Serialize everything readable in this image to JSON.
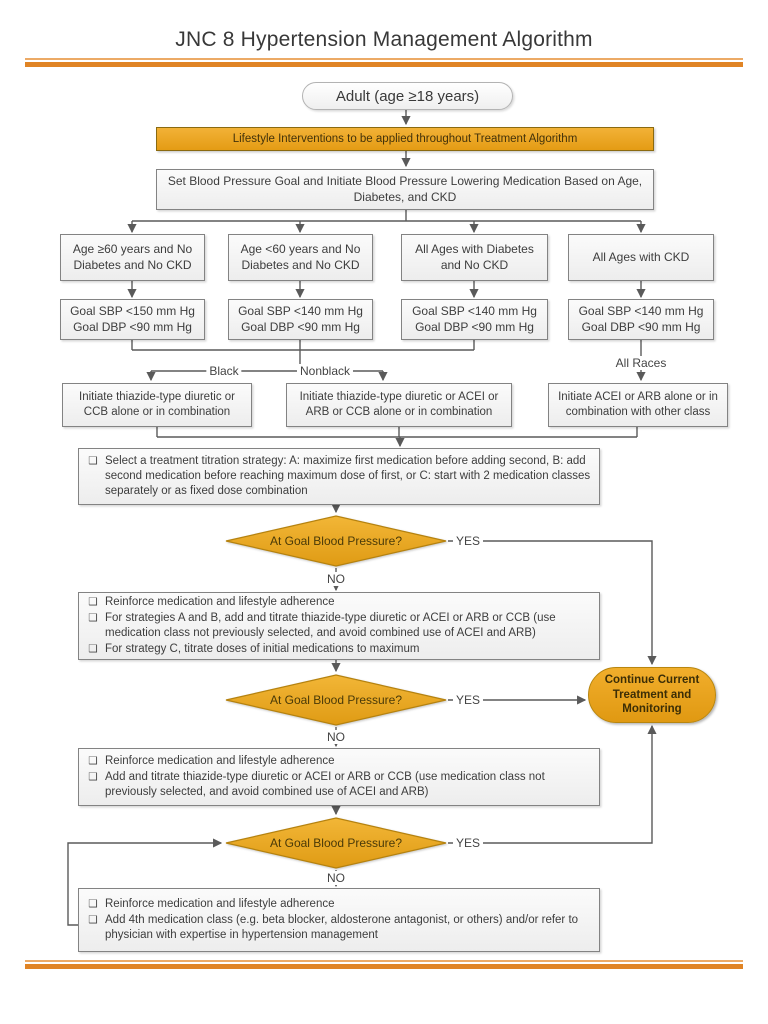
{
  "title": "JNC 8 Hypertension Management Algorithm",
  "glyphs": {
    "checkbox": "❑"
  },
  "colors": {
    "gold_fill": "#E8A41C",
    "gold_border": "#8A6A10",
    "rule_orange": "#E08425",
    "rule_orange_light": "#ECAA66",
    "gray_box_fill": "#F2F2F2",
    "gray_box_border": "#838383",
    "connector_line": "#5A5A5A"
  },
  "start": {
    "label": "Adult (age ≥18 years)"
  },
  "lifestyle": {
    "label": "Lifestyle Interventions to be applied throughout Treatment Algorithm"
  },
  "set_goal": {
    "label": "Set Blood Pressure Goal and Initiate Blood Pressure Lowering Medication Based on Age, Diabetes, and CKD"
  },
  "categories": [
    {
      "label": "Age ≥60 years and No Diabetes and No CKD",
      "goal1": "Goal SBP <150 mm Hg",
      "goal2": "Goal DBP <90 mm Hg"
    },
    {
      "label": "Age <60 years and No Diabetes and No CKD",
      "goal1": "Goal SBP <140 mm Hg",
      "goal2": "Goal DBP <90 mm Hg"
    },
    {
      "label": "All Ages with Diabetes and No CKD",
      "goal1": "Goal SBP <140 mm Hg",
      "goal2": "Goal DBP <90 mm Hg"
    },
    {
      "label": "All Ages with CKD",
      "goal1": "Goal SBP <140 mm Hg",
      "goal2": "Goal DBP <90 mm Hg"
    }
  ],
  "branch_labels": {
    "black": "Black",
    "nonblack": "Nonblack",
    "all_races": "All Races"
  },
  "initiate": [
    {
      "label": "Initiate thiazide-type diuretic or CCB alone or in combination"
    },
    {
      "label": "Initiate thiazide-type diuretic or ACEI or ARB or CCB alone or in combination"
    },
    {
      "label": "Initiate ACEI or ARB alone or in combination with other class"
    }
  ],
  "strategy": {
    "items": [
      "Select a treatment titration strategy:  A: maximize first medication before adding second, B: add second medication before reaching maximum dose of first, or C:  start with 2 medication classes separately or as fixed dose combination"
    ]
  },
  "decisions": [
    {
      "question": "At Goal Blood Pressure?",
      "yes": "YES",
      "no": "NO"
    },
    {
      "question": "At Goal Blood Pressure?",
      "yes": "YES",
      "no": "NO"
    },
    {
      "question": "At Goal Blood Pressure?",
      "yes": "YES",
      "no": "NO"
    }
  ],
  "actions": [
    {
      "items": [
        "Reinforce medication and lifestyle adherence",
        "For strategies A and B, add and titrate thiazide-type diuretic or ACEI or ARB or CCB (use medication class not previously selected, and avoid combined use of ACEI and ARB)",
        "For strategy C, titrate doses of initial medications to maximum"
      ]
    },
    {
      "items": [
        "Reinforce medication and lifestyle adherence",
        "Add and titrate thiazide-type diuretic or ACEI or ARB or CCB (use medication class not previously selected, and avoid combined use of ACEI and ARB)"
      ]
    },
    {
      "items": [
        "Reinforce medication and lifestyle adherence",
        "Add 4th medication class (e.g. beta blocker, aldosterone antagonist, or others)  and/or refer to physician with expertise in hypertension management"
      ]
    }
  ],
  "terminal": {
    "label_line1": "Continue Current",
    "label_line2": "Treatment and",
    "label_line3": "Monitoring"
  }
}
